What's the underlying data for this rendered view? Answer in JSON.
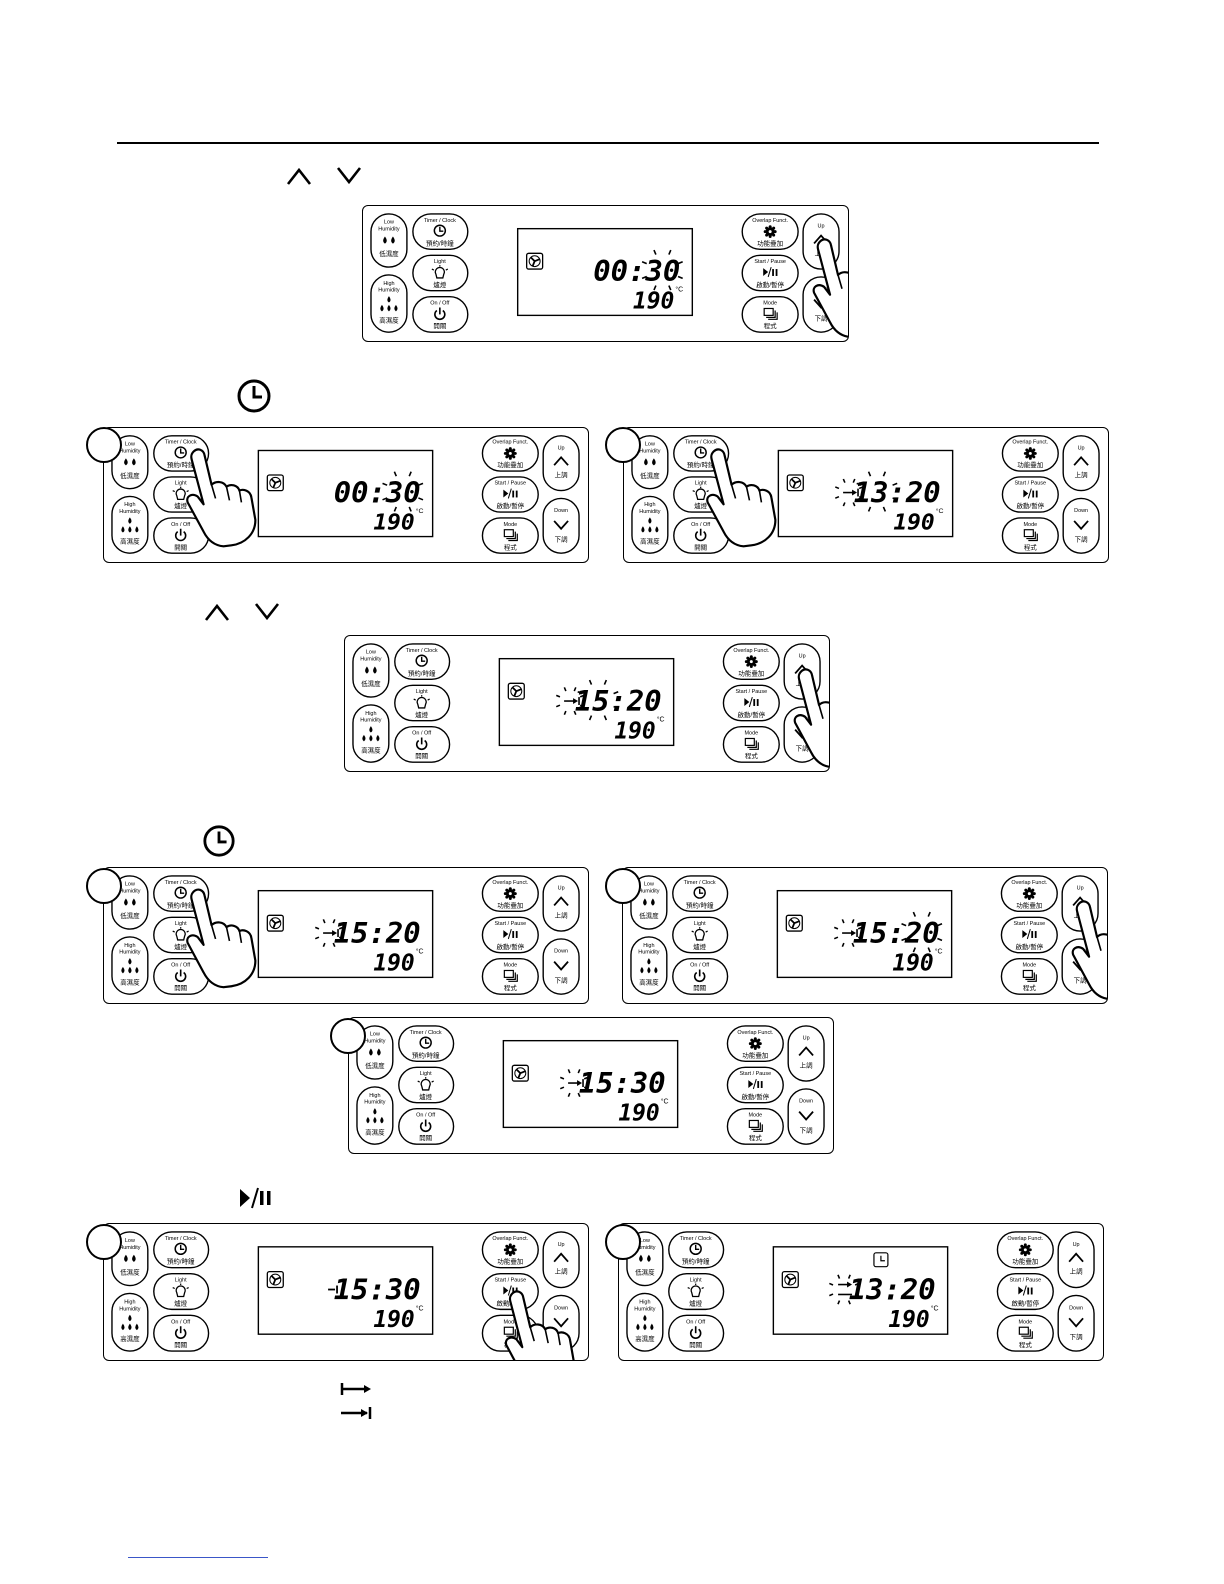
{
  "panel_labels": {
    "low_humidity_en": [
      "Low",
      "Humidity"
    ],
    "low_humidity_zh": "低濕度",
    "high_humidity_en": [
      "High",
      "Humidity"
    ],
    "high_humidity_zh": "高濕度",
    "timer_clock_en": "Timer / Clock",
    "timer_clock_zh": "預約/時鐘",
    "light_en": "Light",
    "light_zh": "爐燈",
    "on_off_en": "On / Off",
    "on_off_zh": "開關",
    "overlap_en": "Overlap Funct.",
    "overlap_zh": "功能疊加",
    "start_pause_en": "Start / Pause",
    "start_pause_zh": "啟動/暫停",
    "mode_en": "Mode",
    "mode_zh": "程式",
    "up_en": "Up",
    "up_zh": "上調",
    "down_en": "Down",
    "down_zh": "下調"
  },
  "panels": [
    {
      "id": "p1",
      "time": "00:30",
      "temp": "190",
      "unit": "°C",
      "finger": "up",
      "ticks": "last2",
      "arrow": "none"
    },
    {
      "id": "p2",
      "time": "00:30",
      "temp": "190",
      "unit": "°C",
      "finger": "timer",
      "ticks": "last2",
      "arrow": "none"
    },
    {
      "id": "p3",
      "time": "13:20",
      "temp": "190",
      "unit": "°C",
      "finger": "timer",
      "ticks": "first2",
      "arrow": "end"
    },
    {
      "id": "p4",
      "time": "15:20",
      "temp": "190",
      "unit": "°C",
      "finger": "up",
      "ticks": "first2",
      "arrow": "end"
    },
    {
      "id": "p5",
      "time": "15:20",
      "temp": "190",
      "unit": "°C",
      "finger": "timer",
      "ticks": "none",
      "arrow": "end"
    },
    {
      "id": "p6",
      "time": "15:20",
      "temp": "190",
      "unit": "°C",
      "finger": "up",
      "ticks": "last2",
      "arrow": "end"
    },
    {
      "id": "p7",
      "time": "15:30",
      "temp": "190",
      "unit": "°C",
      "finger": "none",
      "ticks": "none",
      "arrow": "end"
    },
    {
      "id": "p8",
      "time": "15:30",
      "temp": "190",
      "unit": "°C",
      "finger": "start",
      "ticks": "none",
      "arrow": "dash"
    },
    {
      "id": "p9",
      "time": "13:20",
      "temp": "190",
      "unit": "°C",
      "finger": "none",
      "ticks": "none",
      "arrow": "double",
      "clock_icon": true
    }
  ],
  "inline_icons": [
    "up-arrow-icon",
    "down-arrow-icon",
    "clock-icon",
    "play-pause-icon",
    "start-arrow-icon",
    "end-arrow-icon"
  ]
}
